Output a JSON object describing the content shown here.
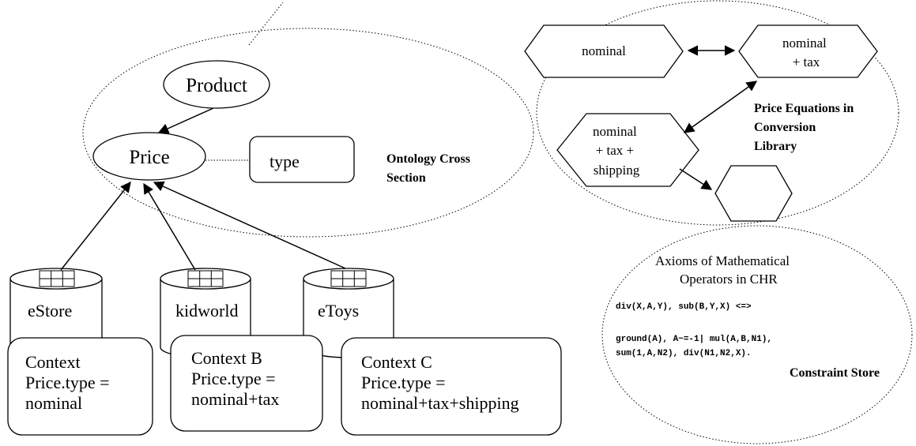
{
  "ontology": {
    "product": "Product",
    "price": "Price",
    "type": "type",
    "section_label": [
      "Ontology Cross",
      "Section"
    ]
  },
  "sources": [
    {
      "name": "eStore",
      "icon": "table-icon"
    },
    {
      "name": "kidworld",
      "icon": "table-icon"
    },
    {
      "name": "eToys",
      "icon": "table-icon"
    }
  ],
  "contexts": [
    {
      "lines": [
        "Context",
        "Price.type =",
        "nominal"
      ]
    },
    {
      "lines": [
        "Context B",
        "Price.type =",
        "nominal+tax"
      ]
    },
    {
      "lines": [
        "Context C",
        "Price.type =",
        "nominal+tax+shipping"
      ]
    }
  ],
  "library": {
    "nodes": [
      {
        "lines": [
          "nominal"
        ]
      },
      {
        "lines": [
          "nominal",
          "+ tax"
        ]
      },
      {
        "lines": [
          "nominal",
          "+ tax +",
          "shipping"
        ]
      },
      {
        "lines": []
      }
    ],
    "label": [
      "Price Equations in",
      "Conversion",
      "Library"
    ]
  },
  "constraint": {
    "title": [
      "Axioms of Mathematical",
      "Operators in CHR"
    ],
    "code": [
      "div(X,A,Y), sub(B,Y,X) <=>",
      "ground(A), A~=-1| mul(A,B,N1),",
      "sum(1,A,N2), div(N1,N2,X)."
    ],
    "label": "Constraint Store"
  },
  "colors": {
    "stroke": "#000000",
    "background": "#ffffff"
  }
}
